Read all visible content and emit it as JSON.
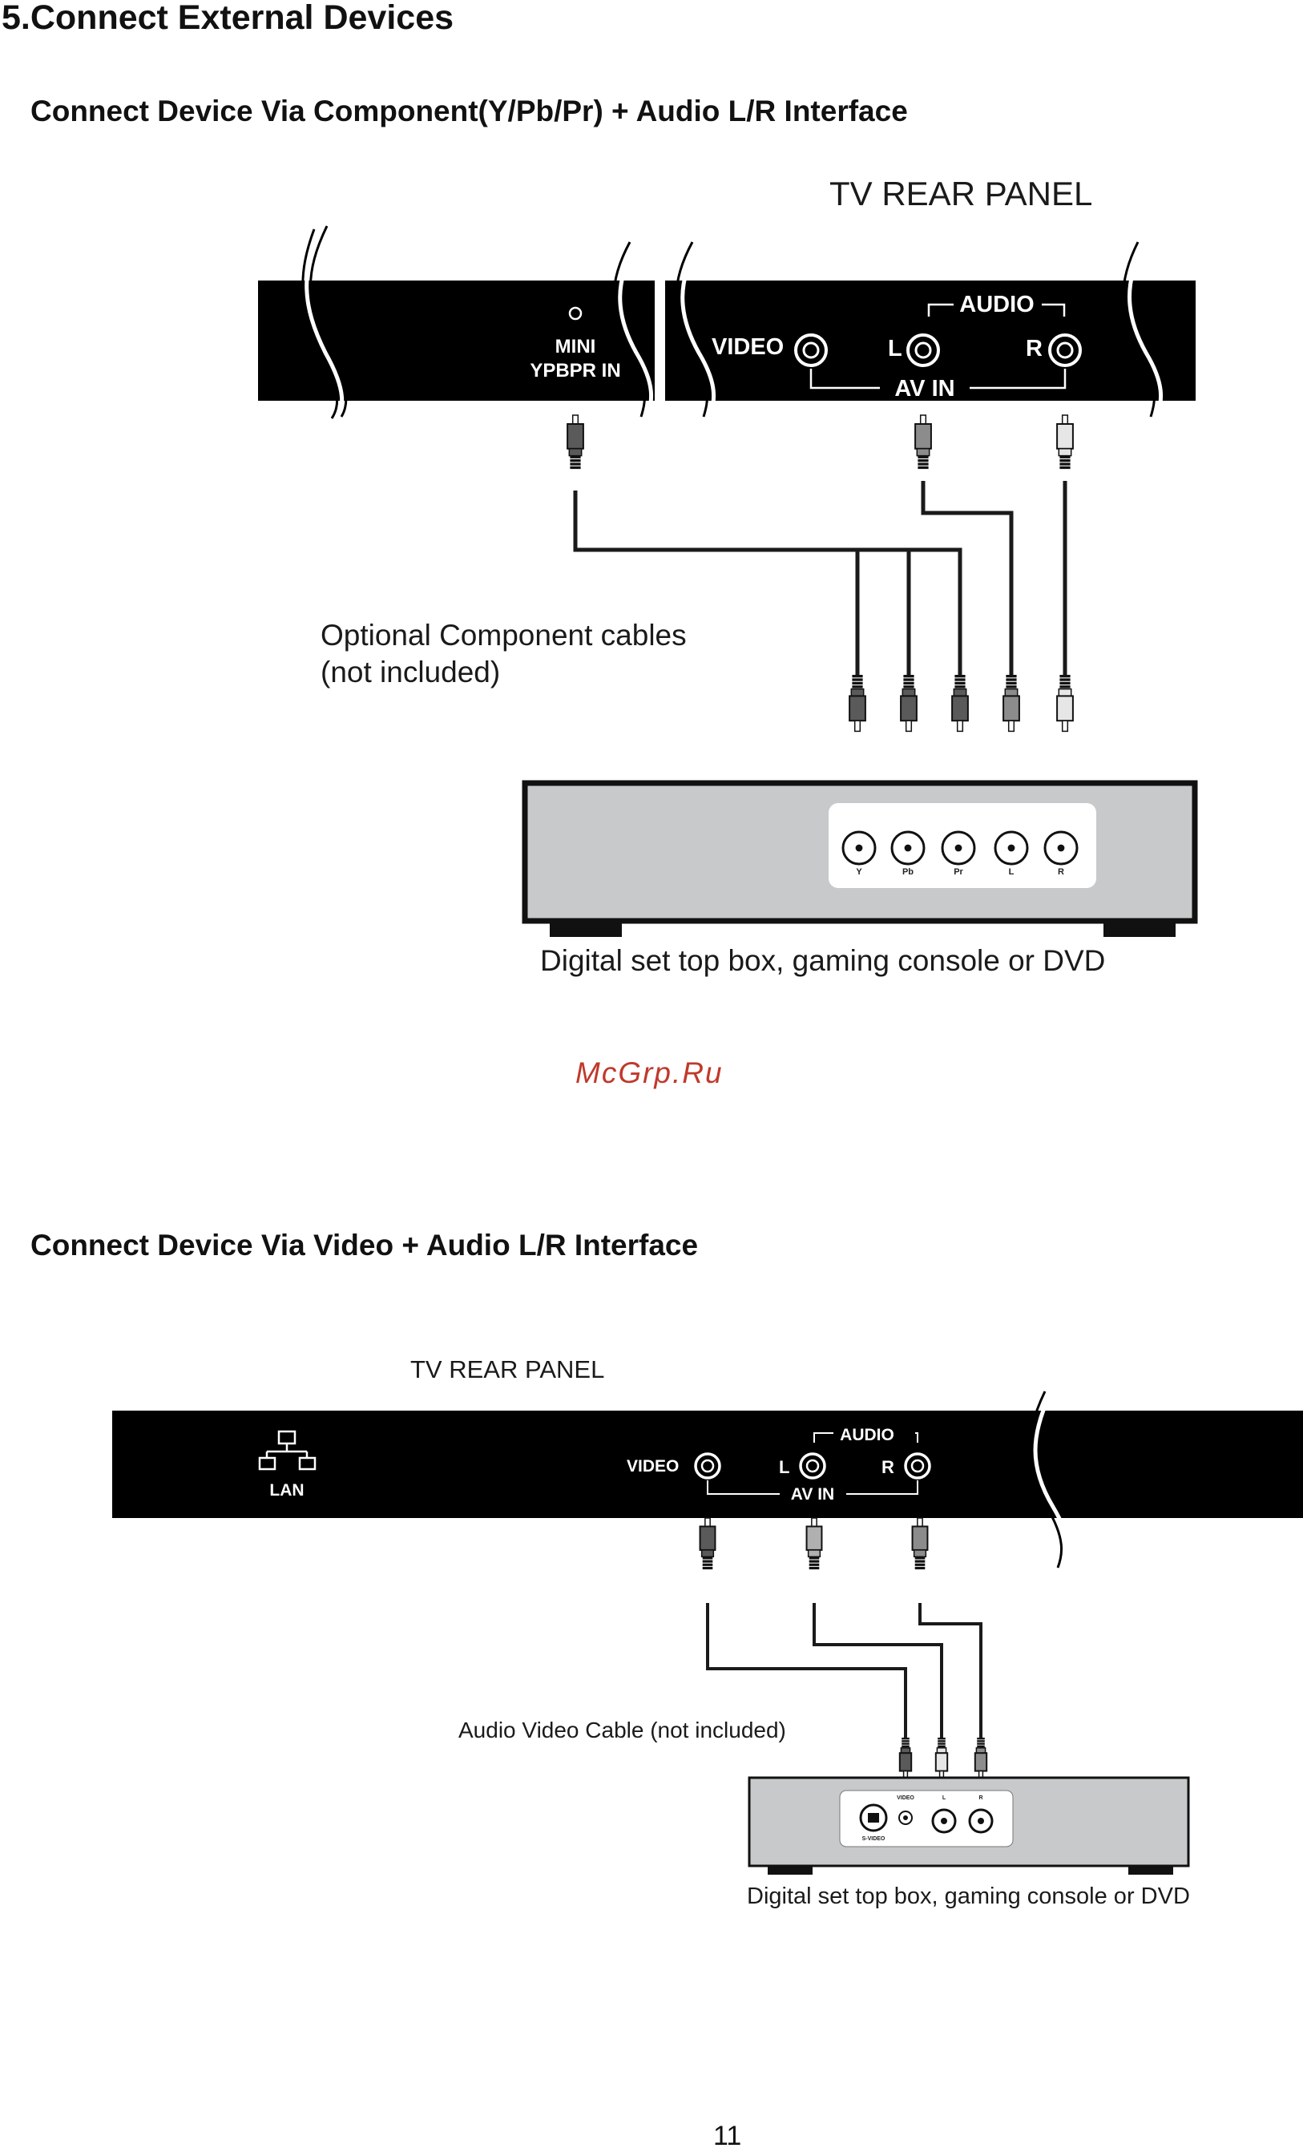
{
  "page": {
    "title": "5.Connect External Devices",
    "number": "11",
    "watermark": "McGrp.Ru"
  },
  "section1": {
    "heading": "Connect Device Via Component(Y/Pb/Pr) + Audio L/R Interface",
    "tv_label": "TV REAR PANEL",
    "ports": {
      "mini_line1": "MINI",
      "mini_line2": "YPBPR IN",
      "video": "VIDEO",
      "audio": "AUDIO",
      "left": "L",
      "right": "R",
      "av_in": "AV IN"
    },
    "cable_line1": "Optional Component cables",
    "cable_line2": "(not included)",
    "device_jacks": [
      "Y",
      "Pb",
      "Pr",
      "L",
      "R"
    ],
    "device_label": "Digital set top box, gaming console or DVD"
  },
  "section2": {
    "heading": "Connect Device Via Video + Audio L/R Interface",
    "tv_label": "TV REAR PANEL",
    "ports": {
      "lan": "LAN",
      "video": "VIDEO",
      "audio": "AUDIO",
      "left": "L",
      "right": "R",
      "av_in": "AV IN"
    },
    "cable_label": "Audio Video Cable (not included)",
    "device_jacks": [
      "S-VIDEO",
      "VIDEO",
      "L",
      "R"
    ],
    "device_label": "Digital set top box, gaming console or DVD"
  },
  "colors": {
    "panel": "#000000",
    "device_body": "#c8c9cb",
    "plug_dark": "#5a5a5a",
    "plug_mid": "#8c8c8c",
    "plug_light": "#e6e6e6",
    "cable": "#1a1a1a",
    "watermark": "#c0392b"
  }
}
